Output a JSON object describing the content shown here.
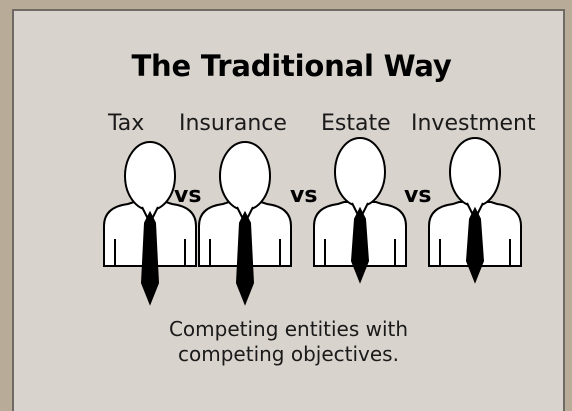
{
  "slide": {
    "title": "The Traditional Way",
    "roles": [
      "Tax",
      "Insurance",
      "Estate",
      "Investment"
    ],
    "separator": "vs",
    "caption_line1": "Competing entities with",
    "caption_line2": "competing objectives."
  }
}
